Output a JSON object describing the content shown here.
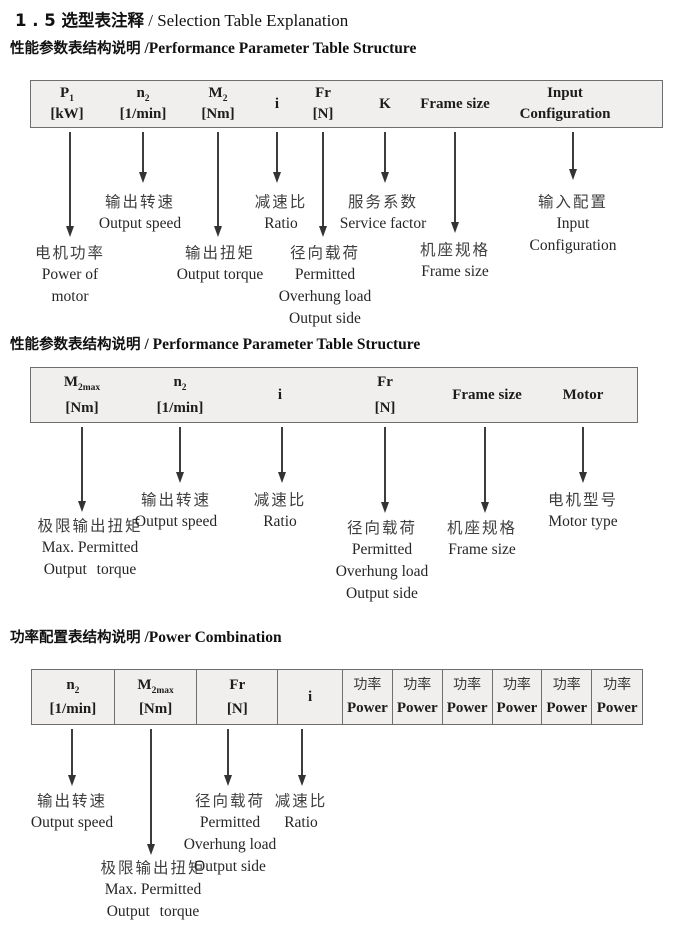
{
  "title": {
    "zh": "1 . 5 选型表注释",
    "en": " /  Selection Table Explanation"
  },
  "colors": {
    "table_bg": "#f0efed",
    "table_border": "#6e6e6e",
    "arrow": "#3d3d3d",
    "text": "#222222"
  },
  "s1": {
    "heading": {
      "zh": "性能参数表结构说明",
      "en": "/Performance Parameter Table Structure"
    },
    "table": {
      "p1": {
        "sym": "P",
        "sub": "1",
        "unit": "[kW]"
      },
      "n2": {
        "sym": "n",
        "sub": "2",
        "unit": "[1/min]"
      },
      "m2": {
        "sym": "M",
        "sub": "2",
        "unit": "[Nm]"
      },
      "i": {
        "sym": "i"
      },
      "fr": {
        "sym": "Fr",
        "unit": "[N]"
      },
      "k": {
        "sym": "K"
      },
      "frame": {
        "sym": "Frame size"
      },
      "input": {
        "line1": "Input",
        "line2": "Configuration"
      }
    },
    "labels": {
      "motor_power": {
        "zh": "电机功率",
        "en": [
          "Power of",
          "motor"
        ]
      },
      "output_speed": {
        "zh": "输出转速",
        "en": [
          "Output speed"
        ]
      },
      "output_torque": {
        "zh": "输出扭矩",
        "en": [
          "Output torque"
        ]
      },
      "ratio": {
        "zh": "减速比",
        "en": [
          "Ratio"
        ]
      },
      "overhung": {
        "zh": "径向载荷",
        "en": [
          "Permitted",
          "Overhung load",
          "Output side"
        ]
      },
      "service": {
        "zh": "服务系数",
        "en": [
          "Service factor"
        ]
      },
      "frame": {
        "zh": "机座规格",
        "en": [
          "Frame size"
        ]
      },
      "input": {
        "zh": "输入配置",
        "en": [
          "Input",
          "Configuration"
        ]
      }
    }
  },
  "s2": {
    "heading": {
      "zh": "性能参数表结构说明",
      "en": "/ Performance Parameter Table Structure"
    },
    "table": {
      "m2max": {
        "sym": "M",
        "sub": "2max",
        "unit": "[Nm]"
      },
      "n2": {
        "sym": "n",
        "sub": "2",
        "unit": "[1/min]"
      },
      "i": {
        "sym": "i"
      },
      "fr": {
        "sym": "Fr",
        "unit": "[N]"
      },
      "frame": {
        "sym": "Frame size"
      },
      "motor": {
        "sym": "Motor"
      }
    },
    "labels": {
      "max_torque": {
        "zh": "极限输出扭矩",
        "en": [
          "Max. Permitted",
          "Output  torque"
        ]
      },
      "output_speed": {
        "zh": "输出转速",
        "en": [
          "Output speed"
        ]
      },
      "ratio": {
        "zh": "减速比",
        "en": [
          "Ratio"
        ]
      },
      "overhung": {
        "zh": "径向载荷",
        "en": [
          "Permitted",
          "Overhung load",
          "Output side"
        ]
      },
      "frame": {
        "zh": "机座规格",
        "en": [
          "Frame size"
        ]
      },
      "motor_type": {
        "zh": "电机型号",
        "en": [
          "Motor type"
        ]
      }
    }
  },
  "s3": {
    "heading": {
      "zh": "功率配置表结构说明",
      "en": "/Power Combination"
    },
    "table": {
      "n2": {
        "sym": "n",
        "sub": "2",
        "unit": "[1/min]"
      },
      "m2max": {
        "sym": "M",
        "sub": "2max",
        "unit": "[Nm]"
      },
      "fr": {
        "sym": "Fr",
        "unit": "[N]"
      },
      "i": {
        "sym": "i"
      },
      "power": {
        "zh": "功率",
        "en": "Power"
      }
    },
    "labels": {
      "output_speed": {
        "zh": "输出转速",
        "en": [
          "Output speed"
        ]
      },
      "max_torque": {
        "zh": "极限输出扭矩",
        "en": [
          "Max. Permitted",
          "Output   torque"
        ]
      },
      "overhung": {
        "zh": "径向载荷",
        "en": [
          "Permitted",
          "Overhung load",
          "Output side"
        ]
      },
      "ratio": {
        "zh": "减速比",
        "en": [
          "Ratio"
        ]
      }
    }
  }
}
